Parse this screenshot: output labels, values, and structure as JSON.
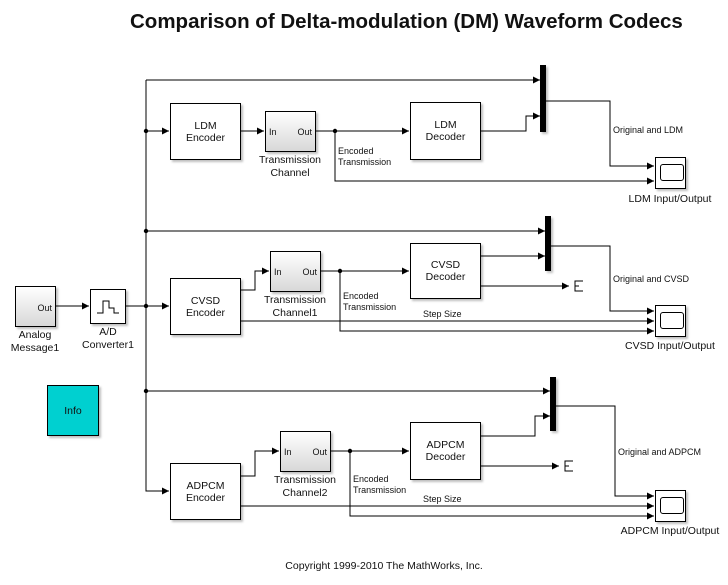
{
  "title": "Comparison of Delta-modulation (DM) Waveform Codecs",
  "copyright": "Copyright 1999-2010 The MathWorks, Inc.",
  "colors": {
    "info_block": "#00d0d0",
    "wire": "#000000",
    "background": "#ffffff"
  },
  "source": {
    "analog_message": {
      "port": "Out",
      "label_line1": "Analog",
      "label_line2": "Message1"
    },
    "ad_converter": {
      "label_line1": "A/D",
      "label_line2": "Converter1",
      "icon": "zero-order-hold-icon"
    }
  },
  "info_block": {
    "label": "Info"
  },
  "ldm": {
    "encoder": {
      "line1": "LDM",
      "line2": "Encoder"
    },
    "channel": {
      "in": "In",
      "out": "Out",
      "label_line1": "Transmission",
      "label_line2": "Channel"
    },
    "encoded_label_line1": "Encoded",
    "encoded_label_line2": "Transmission",
    "decoder": {
      "line1": "LDM",
      "line2": "Decoder"
    },
    "mux_label": "Original and LDM",
    "scope_label": "LDM Input/Output"
  },
  "cvsd": {
    "encoder": {
      "line1": "CVSD",
      "line2": "Encoder"
    },
    "channel": {
      "in": "In",
      "out": "Out",
      "label_line1": "Transmission",
      "label_line2": "Channel1"
    },
    "encoded_label_line1": "Encoded",
    "encoded_label_line2": "Transmission",
    "decoder": {
      "line1": "CVSD",
      "line2": "Decoder"
    },
    "step_size_label": "Step Size",
    "mux_label": "Original and CVSD",
    "scope_label": "CVSD Input/Output"
  },
  "adpcm": {
    "encoder": {
      "line1": "ADPCM",
      "line2": "Encoder"
    },
    "channel": {
      "in": "In",
      "out": "Out",
      "label_line1": "Transmission",
      "label_line2": "Channel2"
    },
    "encoded_label_line1": "Encoded",
    "encoded_label_line2": "Transmission",
    "decoder": {
      "line1": "ADPCM",
      "line2": "Decoder"
    },
    "step_size_label": "Step Size",
    "mux_label": "Original and  ADPCM",
    "scope_label": "ADPCM Input/Output"
  }
}
